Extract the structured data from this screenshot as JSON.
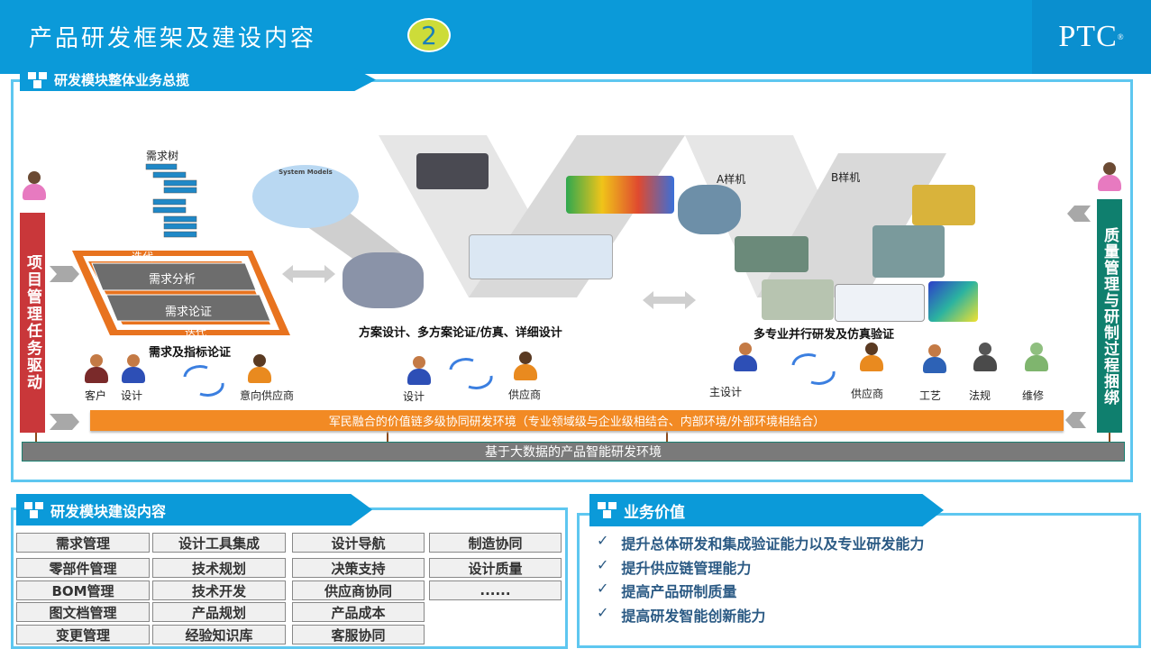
{
  "header": {
    "title": "产品研发框架及建设内容",
    "badge": "2",
    "logo": "PTC",
    "logo_mark": "®"
  },
  "overview": {
    "tab_label": "研发模块整体业务总揽",
    "left_bar": "项目管理任务驱动",
    "right_bar": "质量管理与研制过程捆绑",
    "req_tree_label": "需求树",
    "iterate_top": "迭代",
    "iterate_bottom": "迭代",
    "req_analysis": "需求分析",
    "req_validation": "需求论证",
    "stage1_title": "需求及指标论证",
    "stage2_title": "方案设计、多方案论证/仿真、详细设计",
    "stage3_title": "多专业并行研发及仿真验证",
    "system_models_label": "System Models",
    "prototype_a": "A样机",
    "prototype_b": "B样机",
    "stage1_roles": [
      "客户",
      "设计",
      "意向供应商"
    ],
    "stage2_roles": [
      "设计",
      "供应商"
    ],
    "stage3_roles": [
      "主设计",
      "供应商",
      "工艺",
      "法规",
      "维修"
    ],
    "orange_bar": "军民融合的价值链多级协同研发环境（专业领域级与企业级相结合、内部环境/外部环境相结合）",
    "gray_bar": "基于大数据的产品智能研发环境"
  },
  "modules": {
    "tab_label": "研发模块建设内容",
    "columns": [
      [
        "需求管理",
        "零部件管理",
        "BOM管理",
        "图文档管理",
        "变更管理"
      ],
      [
        "设计工具集成",
        "技术规划",
        "技术开发",
        "产品规划",
        "经验知识库"
      ],
      [
        "设计导航",
        "决策支持",
        "供应商协同",
        "产品成本",
        "客服协同"
      ],
      [
        "制造协同",
        "设计质量",
        "......"
      ]
    ]
  },
  "value": {
    "tab_label": "业务价值",
    "check_glyph": "✓",
    "items": [
      "提升总体研发和集成验证能力以及专业研发能力",
      "提升供应链管理能力",
      "提高产品研制质量",
      "提高研发智能创新能力"
    ]
  },
  "colors": {
    "brand_blue": "#0b9ad9",
    "frame": "#5ec7f0",
    "red_bar": "#c9373a",
    "teal_bar": "#0f7f6e",
    "orange": "#f28a24",
    "gray": "#7a7a7a",
    "value_text": "#2b5a84"
  }
}
